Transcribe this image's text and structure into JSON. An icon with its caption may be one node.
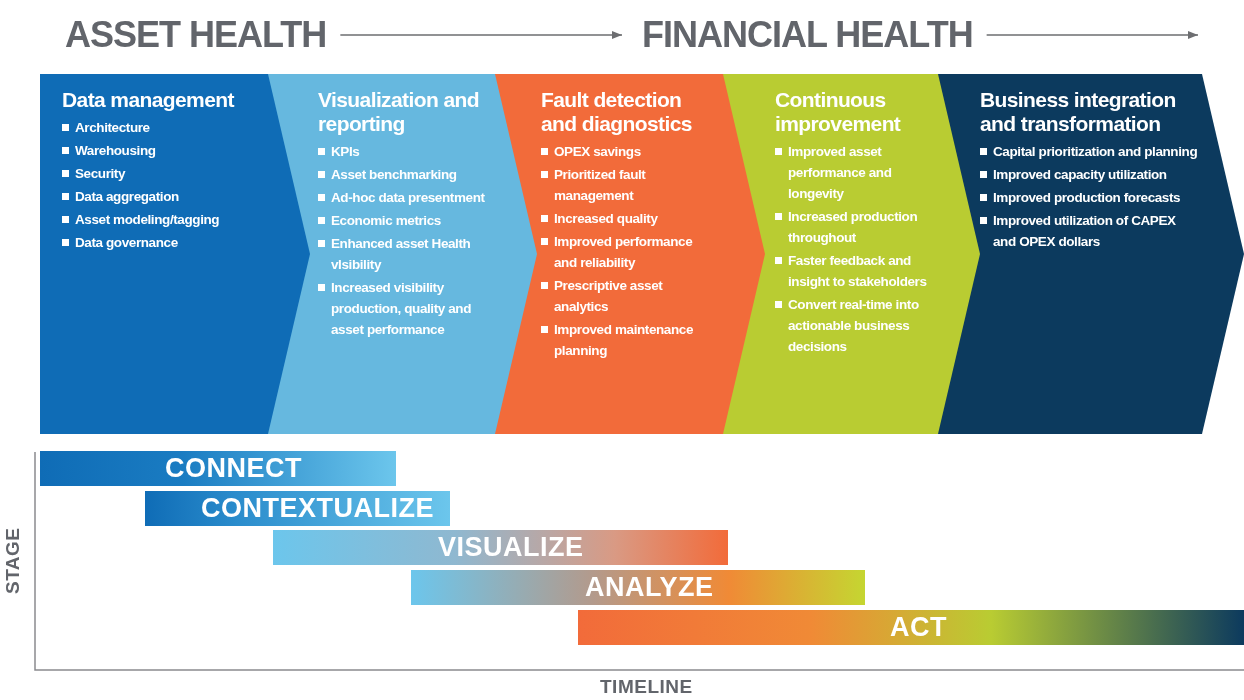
{
  "diagram": {
    "nodes": [
      {
        "text": [
          "ASSET HEALTH"
        ]
      },
      {
        "text": [
          "FINANCIAL HEALTH"
        ]
      },
      {
        "text": [
          "Data management",
          "Architecture",
          "Warehousing",
          "Security",
          "Data aggregation",
          "Asset modeling/tagging",
          "Data governance"
        ]
      },
      {
        "text": [
          "Visualization and reporting",
          "KPIs",
          "Asset benchmarking",
          "Ad-hoc data presentment",
          "Economic metrics",
          "Enhanced asset Health vIsibility",
          "Increased visibility production, quality and asset performance"
        ]
      },
      {
        "text": [
          "Fault detection and diagnostics",
          "OPEX savings",
          "Prioritized fault management",
          "Increased quality",
          "Improved performance and reliability",
          "Prescriptive asset analytics",
          "Improved maintenance planning"
        ]
      },
      {
        "text": [
          "Continuous improvement",
          "Improved asset performance and longevity",
          "Increased production throughout",
          "Faster feedback and insight to stakeholders",
          "Convert real-time into actionable business decisions"
        ]
      },
      {
        "text": [
          "Business integration and transformation",
          "Capital prioritization and planning",
          "Improved capacity utilization",
          "Improved production forecasts",
          "Improved utilization of CAPEX and OPEX dollars"
        ]
      },
      {
        "text": [
          "CONNECT"
        ]
      },
      {
        "text": [
          "CONTEXTUALIZE"
        ]
      },
      {
        "text": [
          "VISUALIZE"
        ]
      },
      {
        "text": [
          "ANALYZE"
        ]
      },
      {
        "text": [
          "ACT"
        ]
      }
    ],
    "edges": [
      {
        "from": 0,
        "to": 1,
        "arrow": "to"
      },
      {
        "from": 1,
        "to": null,
        "arrow": "to"
      }
    ],
    "labels": [
      "STAGE",
      "TIMELINE"
    ]
  }
}
